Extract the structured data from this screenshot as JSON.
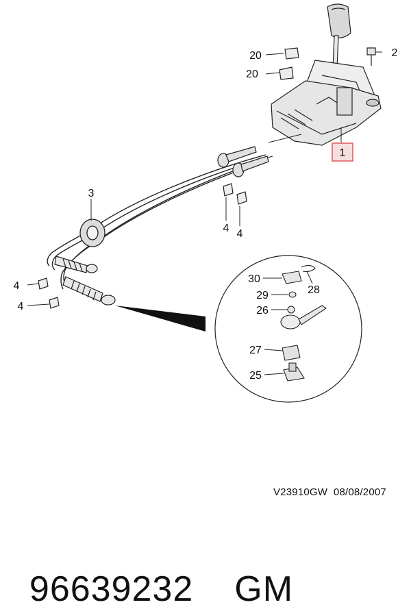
{
  "diagram": {
    "callouts": [
      "1",
      "2",
      "3",
      "4",
      "4",
      "4",
      "4",
      "20",
      "20",
      "25",
      "26",
      "27",
      "28",
      "29",
      "30"
    ],
    "highlight_color": "#e05a5a",
    "highlight_fill": "#f6dede"
  },
  "reference": {
    "code": "V23910GW",
    "date": "08/08/2007"
  },
  "footer": {
    "part_number": "96639232",
    "brand": "GM"
  }
}
